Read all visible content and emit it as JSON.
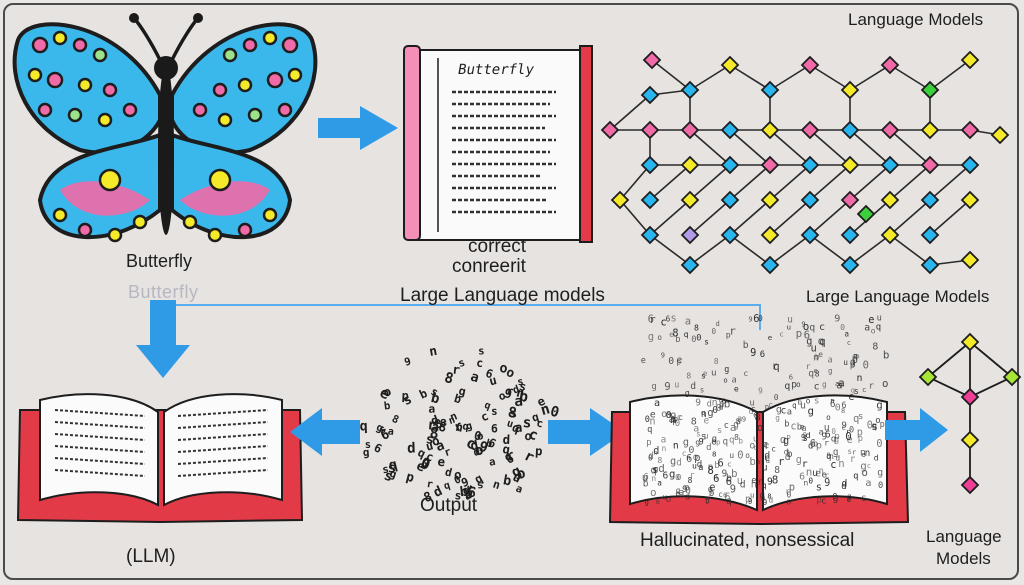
{
  "labels": {
    "top_right": "Language Models",
    "butterfly": "Butterfly",
    "butterfly_faded": "Butterfly",
    "correct": "correct",
    "correct_misspelled": "conreerit",
    "book_header": "Butterfly",
    "large_language_models_center": "Large Language models",
    "large_language_models_right": "Large Language Models",
    "output": "Output",
    "llm": "(LLM)",
    "hallucinated": "Hallucinated, nonsessical",
    "language_models_bottom_line1": "Language",
    "language_models_bottom_line2": "Models"
  },
  "colors": {
    "background": "#e6e3e1",
    "arrow_blue": "#2f9ae6",
    "wing_blue": "#3ab8ec",
    "wing_pink": "#f06aa8",
    "node_yellow": "#f5ea2a",
    "node_pink": "#ee3e95",
    "node_cyan": "#29b6ee",
    "book_red": "#e23b47"
  },
  "icons": {
    "butterfly": "butterfly-icon",
    "closed_book": "closed-book-icon",
    "open_book_left": "open-book-icon",
    "hallucinated_book": "chaotic-book-icon",
    "network": "neural-network-icon",
    "small_network": "small-network-icon",
    "letter_cloud": "letter-cloud-icon"
  }
}
